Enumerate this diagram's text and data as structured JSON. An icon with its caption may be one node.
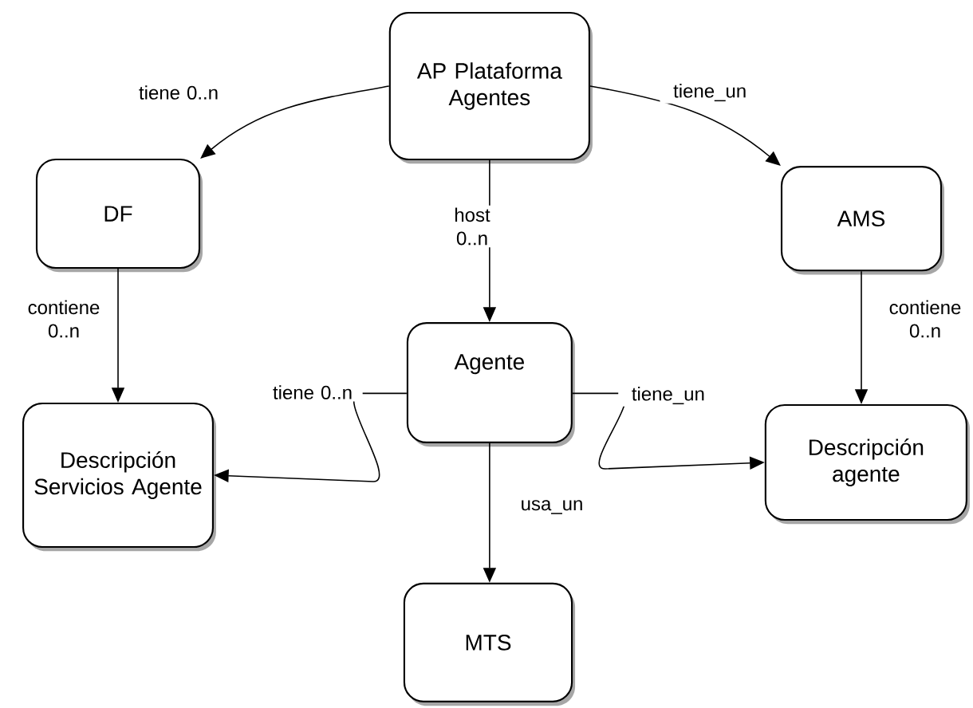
{
  "diagram": {
    "nodes": [
      {
        "text": [
          "AP Plataforma Agentes"
        ]
      },
      {
        "text": [
          "DF"
        ]
      },
      {
        "text": [
          "AMS"
        ]
      },
      {
        "text": [
          "Agente"
        ]
      },
      {
        "text": [
          "Descripción Servicios Agente"
        ]
      },
      {
        "text": [
          "Descripción agente"
        ]
      },
      {
        "text": [
          "MTS"
        ]
      }
    ],
    "edges": [
      {
        "from": 0,
        "to": 1,
        "arrow": "to",
        "label": "tiene 0..n"
      },
      {
        "from": 0,
        "to": 2,
        "arrow": "to",
        "label": "tiene_un"
      },
      {
        "from": 0,
        "to": 3,
        "arrow": "to",
        "label": "host 0..n"
      },
      {
        "from": 1,
        "to": 4,
        "arrow": "to",
        "label": "contiene 0..n"
      },
      {
        "from": 2,
        "to": 5,
        "arrow": "to",
        "label": "contiene 0..n"
      },
      {
        "from": 3,
        "to": 4,
        "arrow": "to",
        "label": "tiene 0..n"
      },
      {
        "from": 3,
        "to": 5,
        "arrow": "to",
        "label": "tiene_un"
      },
      {
        "from": 3,
        "to": 6,
        "arrow": "to",
        "label": "usa_un"
      }
    ]
  }
}
